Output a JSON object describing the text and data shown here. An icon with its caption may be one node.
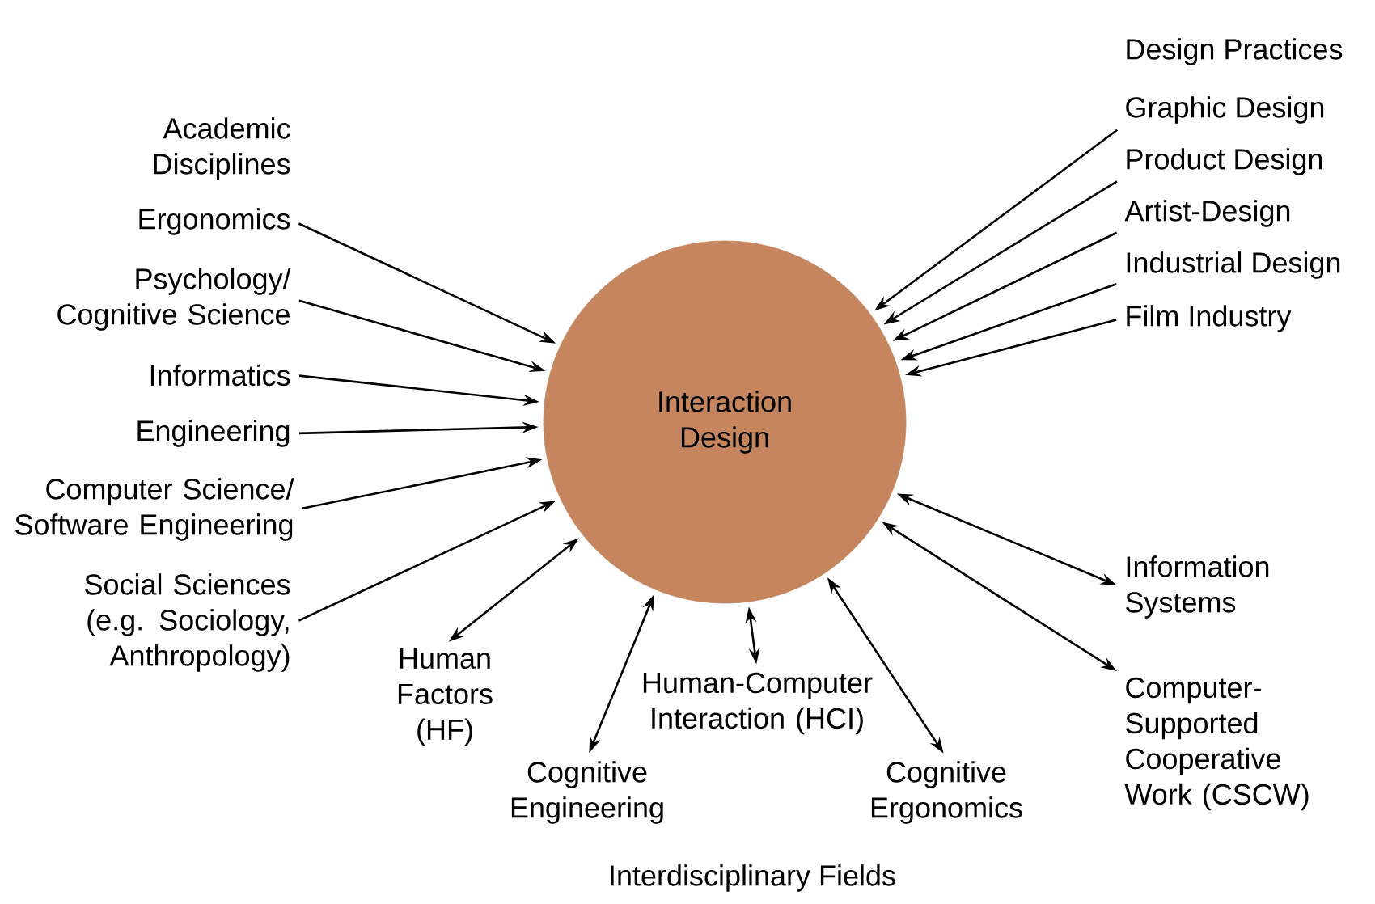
{
  "diagram": {
    "nodes": [
      {
        "text": [
          "Interaction Design"
        ]
      },
      {
        "text": [
          "Ergonomics"
        ]
      },
      {
        "text": [
          "Psychology/ Cognitive Science"
        ]
      },
      {
        "text": [
          "Informatics"
        ]
      },
      {
        "text": [
          "Engineering"
        ]
      },
      {
        "text": [
          "Computer Science/ Software Engineering"
        ]
      },
      {
        "text": [
          "Social Sciences (e.g. Sociology, Anthropology)"
        ]
      },
      {
        "text": [
          "Human Factors (HF)"
        ]
      },
      {
        "text": [
          "Cognitive Engineering"
        ]
      },
      {
        "text": [
          "Human-Computer Interaction (HCI)"
        ]
      },
      {
        "text": [
          "Cognitive Ergonomics"
        ]
      },
      {
        "text": [
          "Information Systems"
        ]
      },
      {
        "text": [
          "Computer-Supported Cooperative Work (CSCW)"
        ]
      },
      {
        "text": [
          "Graphic Design"
        ]
      },
      {
        "text": [
          "Product Design"
        ]
      },
      {
        "text": [
          "Artist-Design"
        ]
      },
      {
        "text": [
          "Industrial Design"
        ]
      },
      {
        "text": [
          "Film Industry"
        ]
      }
    ],
    "edges": [
      {
        "from": 1,
        "to": 0,
        "arrow": "to"
      },
      {
        "from": 2,
        "to": 0,
        "arrow": "to"
      },
      {
        "from": 3,
        "to": 0,
        "arrow": "to"
      },
      {
        "from": 4,
        "to": 0,
        "arrow": "to"
      },
      {
        "from": 5,
        "to": 0,
        "arrow": "to"
      },
      {
        "from": 6,
        "to": 0,
        "arrow": "to"
      },
      {
        "from": 0,
        "to": 7,
        "arrow": "both"
      },
      {
        "from": 0,
        "to": 8,
        "arrow": "both"
      },
      {
        "from": 0,
        "to": 9,
        "arrow": "both"
      },
      {
        "from": 0,
        "to": 10,
        "arrow": "both"
      },
      {
        "from": 0,
        "to": 11,
        "arrow": "both"
      },
      {
        "from": 0,
        "to": 12,
        "arrow": "both"
      },
      {
        "from": 13,
        "to": 0,
        "arrow": "to"
      },
      {
        "from": 14,
        "to": 0,
        "arrow": "to"
      },
      {
        "from": 15,
        "to": 0,
        "arrow": "to"
      },
      {
        "from": 16,
        "to": 0,
        "arrow": "to"
      },
      {
        "from": 17,
        "to": 0,
        "arrow": "to"
      }
    ],
    "labels": [
      "Academic Disciplines",
      "Design Practices",
      "Interdisciplinary Fields"
    ]
  }
}
